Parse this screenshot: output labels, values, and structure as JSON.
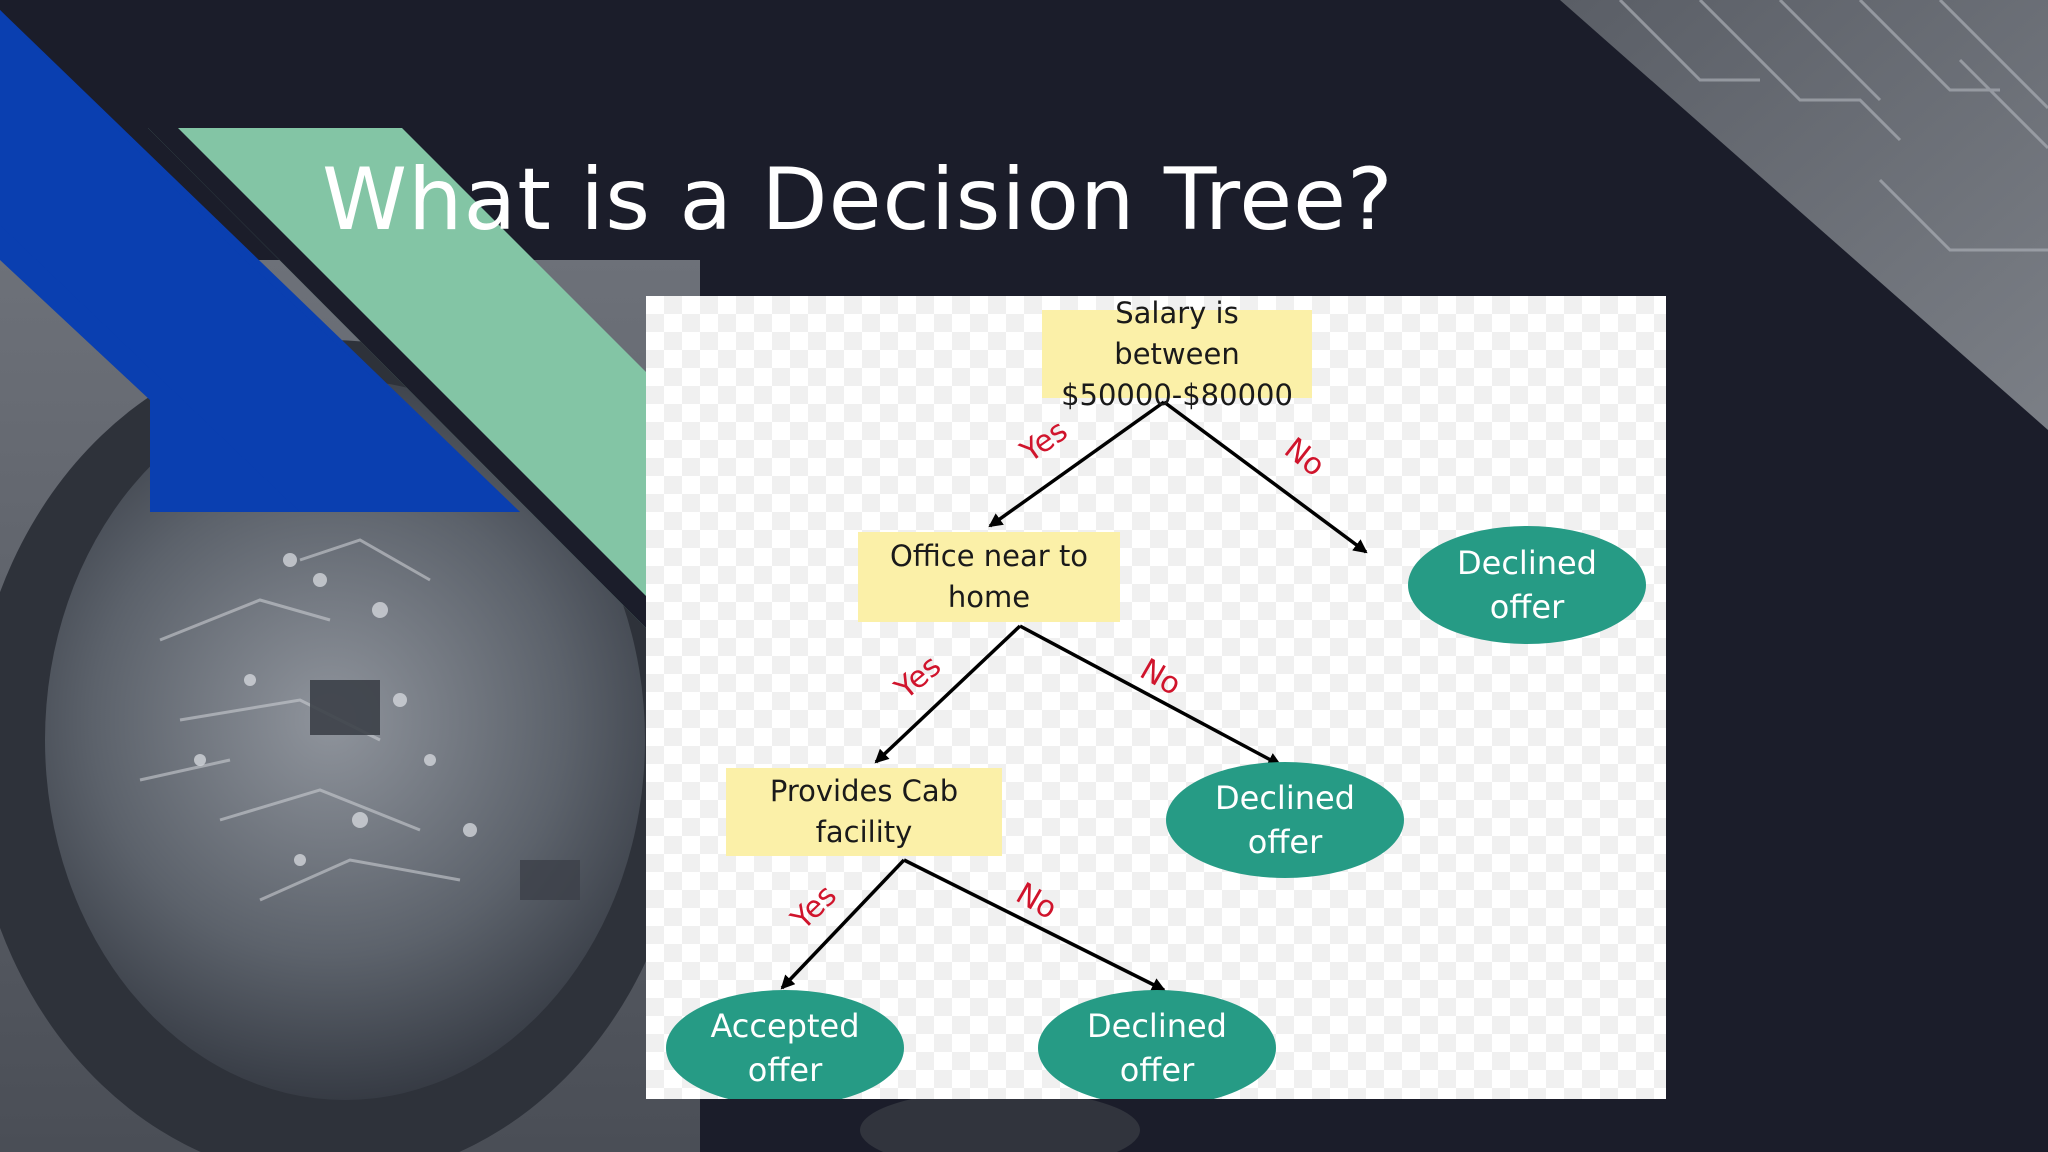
{
  "slide": {
    "title": "What is a Decision Tree?",
    "colors": {
      "background": "#1b1d2a",
      "blue_stripe": "#0a3fb0",
      "green_stripe": "#83c5a5",
      "decision_fill": "#fbf0a8",
      "leaf_fill": "#269b85",
      "edge_label": "#d0142c"
    }
  },
  "diagram": {
    "nodes": {
      "root": {
        "line1": "Salary is between",
        "line2": "$50000-$80000"
      },
      "office": {
        "line1": "Office near to",
        "line2": "home"
      },
      "cab": {
        "line1": "Provides Cab",
        "line2": "facility"
      },
      "declined_1": {
        "line1": "Declined",
        "line2": "offer"
      },
      "declined_2": {
        "line1": "Declined",
        "line2": "offer"
      },
      "declined_3": {
        "line1": "Declined",
        "line2": "offer"
      },
      "accepted": {
        "line1": "Accepted",
        "line2": "offer"
      }
    },
    "edges": [
      {
        "from": "root",
        "to": "office",
        "label": "Yes"
      },
      {
        "from": "root",
        "to": "declined_1",
        "label": "No"
      },
      {
        "from": "office",
        "to": "cab",
        "label": "Yes"
      },
      {
        "from": "office",
        "to": "declined_2",
        "label": "No"
      },
      {
        "from": "cab",
        "to": "accepted",
        "label": "Yes"
      },
      {
        "from": "cab",
        "to": "declined_3",
        "label": "No"
      }
    ]
  }
}
